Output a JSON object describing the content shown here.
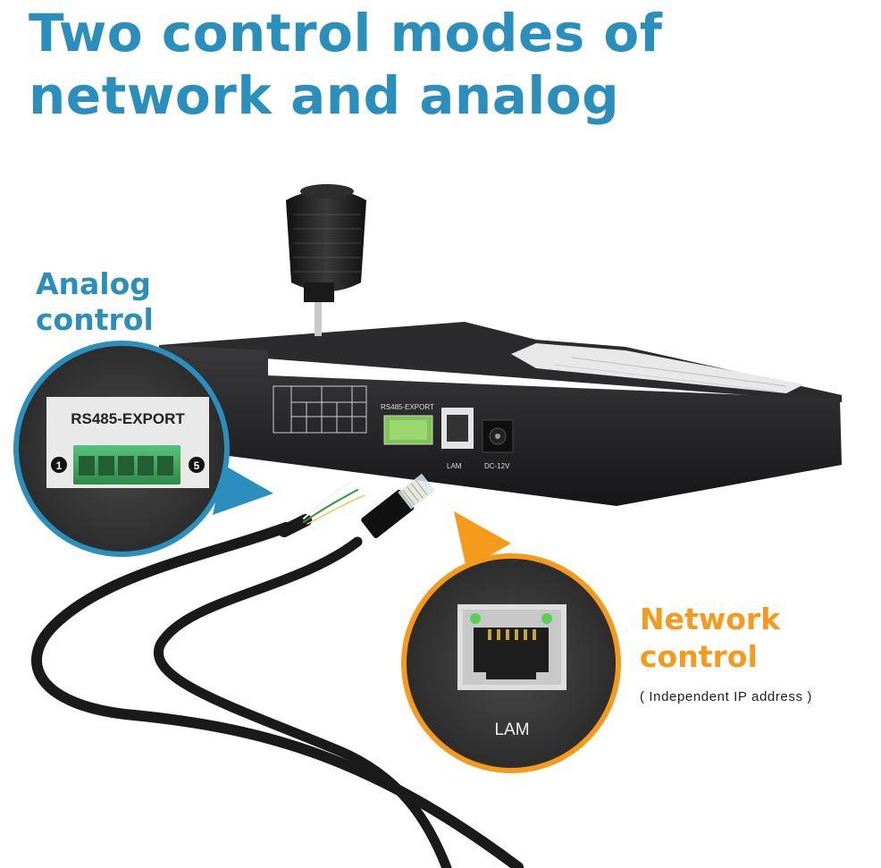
{
  "heading": {
    "line1": "Two control modes of",
    "line2": "network and analog"
  },
  "analog": {
    "label_line1": "Analog",
    "label_line2": "control",
    "port_title": "RS485-EXPORT",
    "pin_left": "1",
    "pin_right": "5"
  },
  "network": {
    "label_line1": "Network",
    "label_line2": "control",
    "note": "( Independent IP address )",
    "port_label": "LAM"
  },
  "device_panel": {
    "rs485_label": "RS485-EXPORT",
    "lan_label": "LAM",
    "dc_label": "DC-12V"
  },
  "colors": {
    "accent_blue": "#2a8fbd",
    "accent_orange": "#f59a1b",
    "device_body": "#1c1c1e",
    "terminal_green": "#3aa35a"
  }
}
